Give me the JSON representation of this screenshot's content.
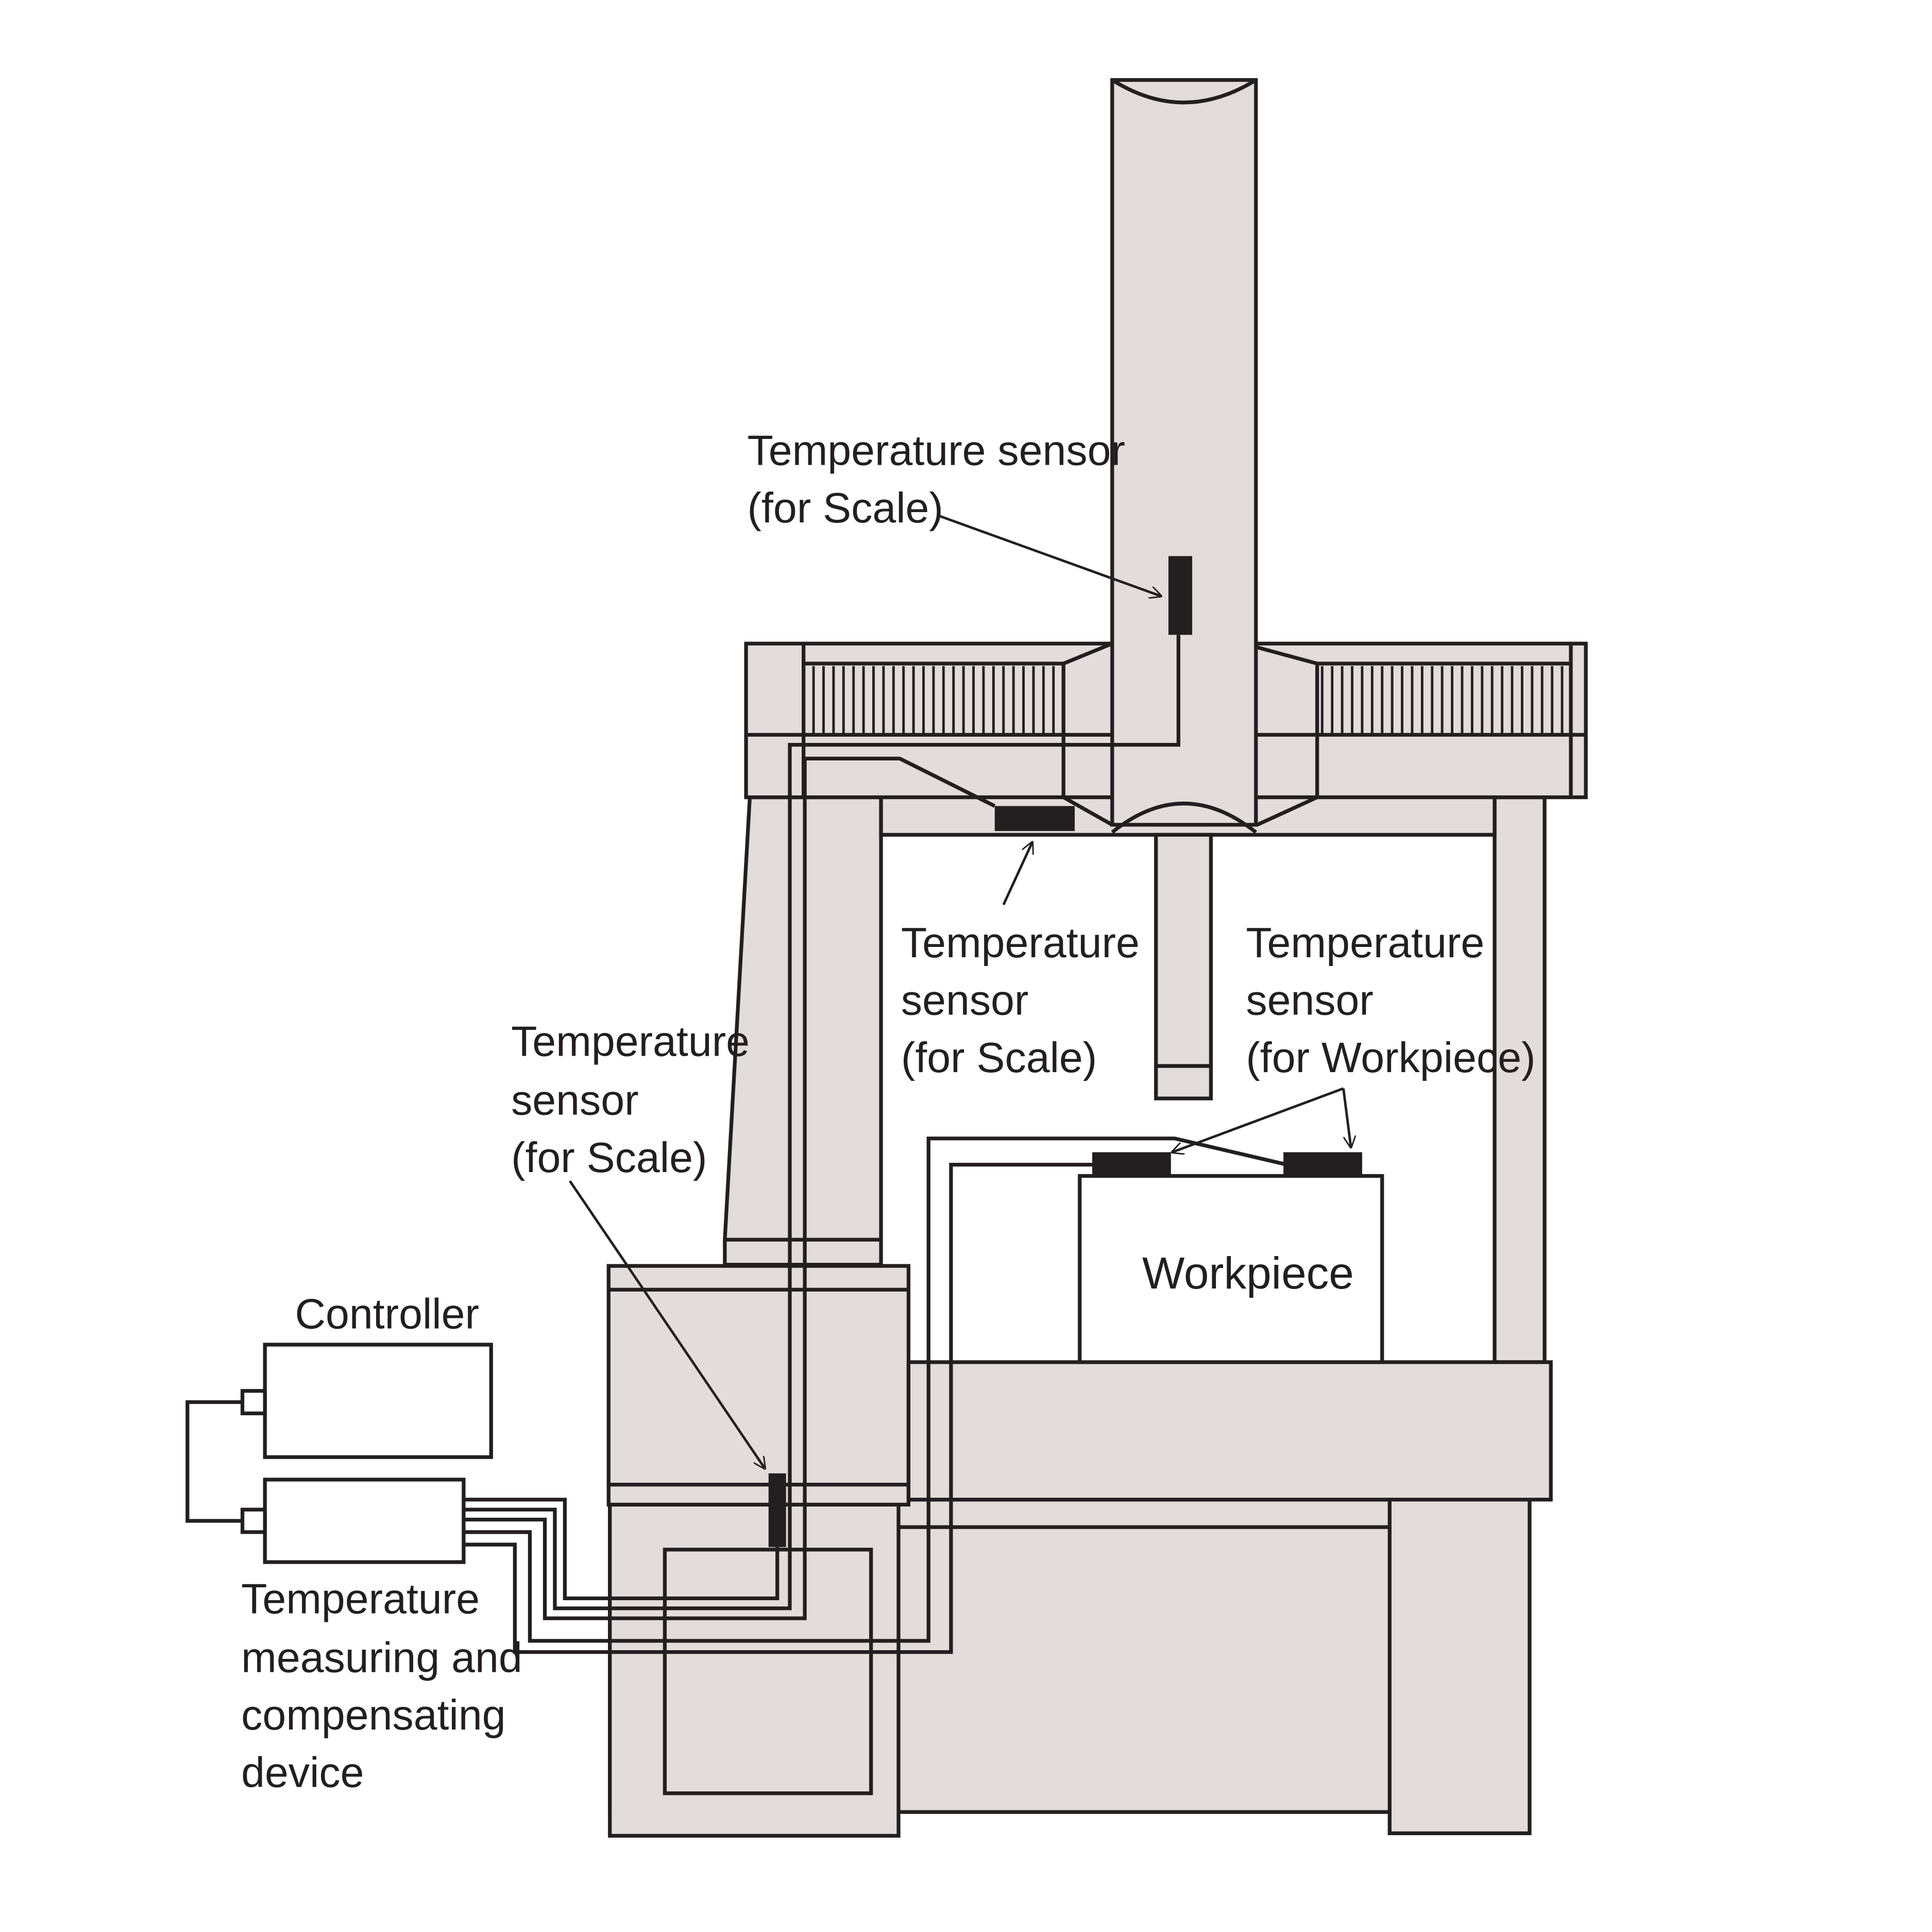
{
  "labels": {
    "sensor_top": [
      "Temperature sensor",
      "(for Scale)"
    ],
    "sensor_mid": [
      "Temperature",
      "sensor",
      "(for Scale)"
    ],
    "sensor_left": [
      "Temperature",
      "sensor",
      "(for Scale)"
    ],
    "sensor_workpiece": [
      "Temperature",
      "sensor",
      "(for Workpiece)"
    ],
    "workpiece": "Workpiece",
    "controller": "Controller",
    "device": [
      "Temperature",
      "measuring and",
      "compensating",
      "device"
    ]
  },
  "colors": {
    "machine_fill": "#e2dddb",
    "line": "#231f20",
    "sensor": "#231f20"
  }
}
